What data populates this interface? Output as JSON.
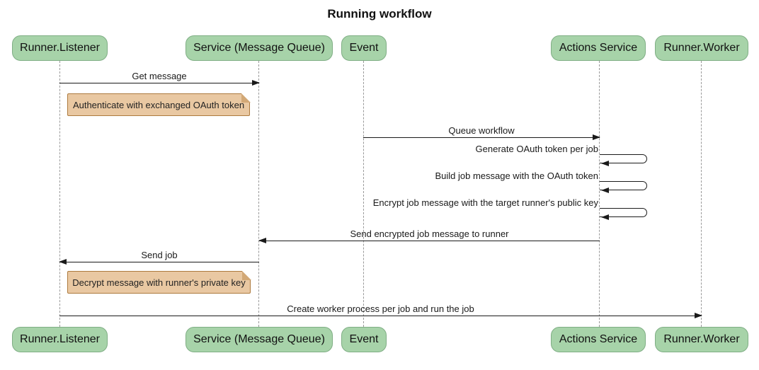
{
  "title": "Running workflow",
  "participants": [
    {
      "name": "Runner.Listener"
    },
    {
      "name": "Service (Message Queue)"
    },
    {
      "name": "Event"
    },
    {
      "name": "Actions Service"
    },
    {
      "name": "Runner.Worker"
    }
  ],
  "messages": [
    {
      "from": "Runner.Listener",
      "to": "Service (Message Queue)",
      "text": "Get message",
      "kind": "solid-arrow"
    },
    {
      "from": "Event",
      "to": "Actions Service",
      "text": "Queue workflow",
      "kind": "solid-arrow"
    },
    {
      "from": "Actions Service",
      "to": "Actions Service",
      "text": "Generate OAuth token per job",
      "kind": "self-loop"
    },
    {
      "from": "Actions Service",
      "to": "Actions Service",
      "text": "Build job message with the OAuth token",
      "kind": "self-loop"
    },
    {
      "from": "Actions Service",
      "to": "Actions Service",
      "text": "Encrypt job message with the target runner's public key",
      "kind": "self-loop"
    },
    {
      "from": "Actions Service",
      "to": "Service (Message Queue)",
      "text": "Send encrypted job message to runner",
      "kind": "solid-arrow"
    },
    {
      "from": "Service (Message Queue)",
      "to": "Runner.Listener",
      "text": "Send job",
      "kind": "solid-arrow"
    },
    {
      "from": "Runner.Listener",
      "to": "Runner.Worker",
      "text": "Create worker process per job and run the job",
      "kind": "solid-arrow"
    }
  ],
  "notes": [
    {
      "over": "Runner.Listener",
      "text": "Authenticate with exchanged OAuth token"
    },
    {
      "over": "Runner.Listener",
      "text": "Decrypt message with runner's private key"
    }
  ],
  "colors": {
    "background": "#ffffff",
    "actor_fill": "#a7d3a9",
    "actor_border": "#7fae84",
    "note_fill": "#e9c8a2",
    "note_border": "#ad7a3d",
    "line": "#1a1a1a",
    "lifeline": "#999999",
    "text": "#111111"
  }
}
